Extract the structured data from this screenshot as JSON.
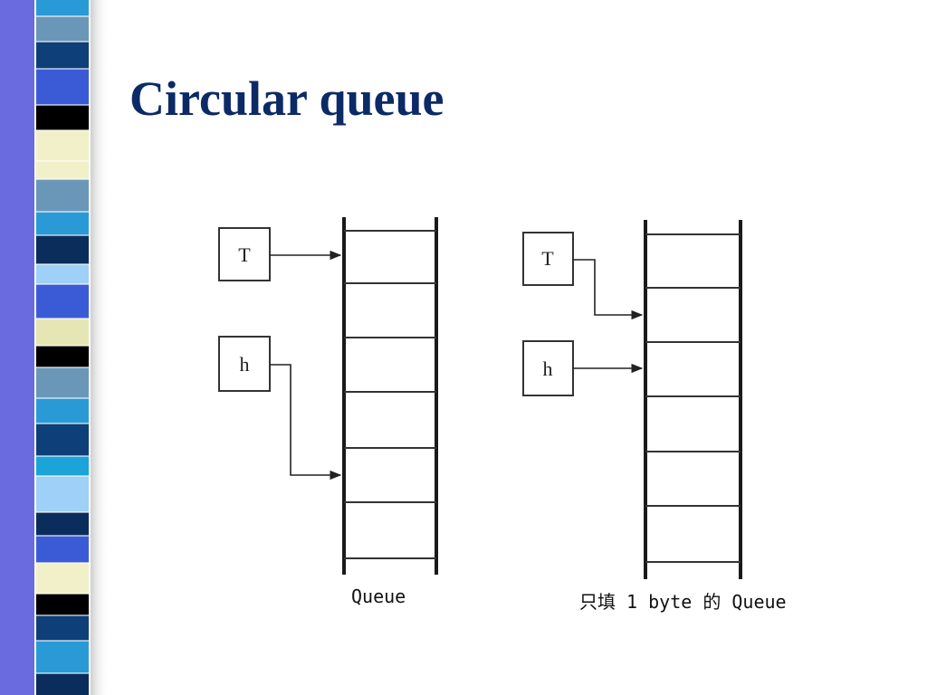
{
  "slide": {
    "title": "Circular queue"
  },
  "decor": {
    "stripe_colors": [
      "#0f3f78",
      "#2a9ad6",
      "#f1f0c8",
      "#3b5bd6",
      "#6a97b8",
      "#000000",
      "#9fd0f7",
      "#1aa4d8",
      "#0b2d5c",
      "#e6e6b5"
    ],
    "frame_color": "#6b6be0",
    "title_color": "#0b2a66"
  },
  "diagrams": [
    {
      "tail_label": "T",
      "head_label": "h",
      "caption": "Queue"
    },
    {
      "tail_label": "T",
      "head_label": "h",
      "caption": "只填 1 byte 的 Queue"
    }
  ]
}
